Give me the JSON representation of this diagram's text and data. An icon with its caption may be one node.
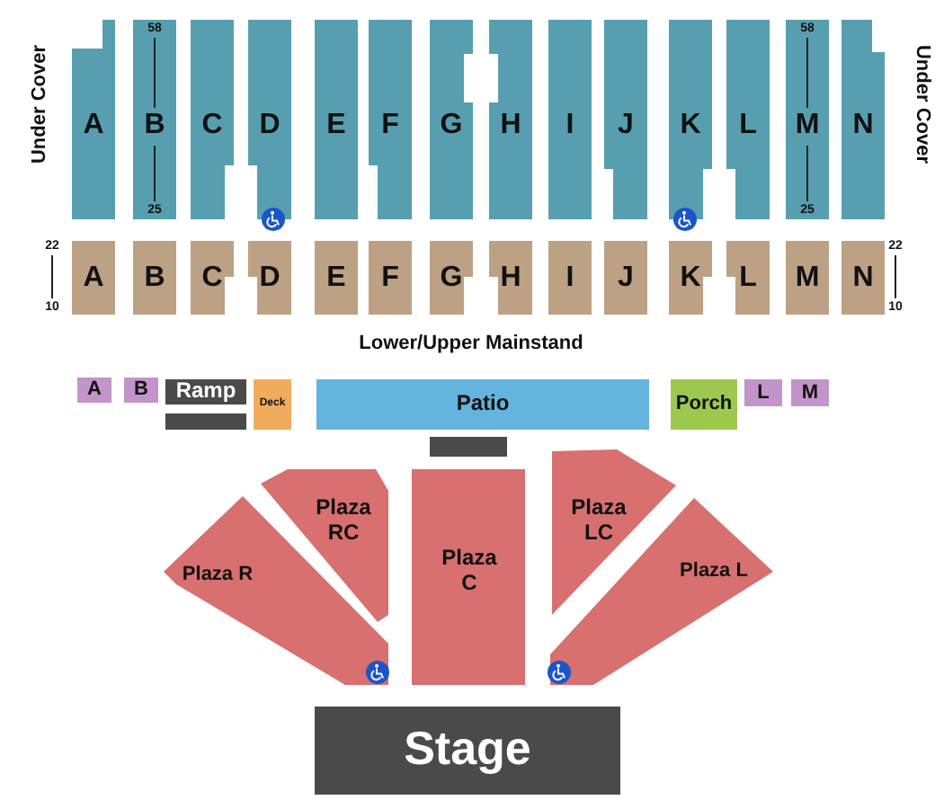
{
  "diagram": {
    "nodes": [
      {
        "text": [
          "A"
        ]
      },
      {
        "text": [
          "B"
        ]
      },
      {
        "text": [
          "C"
        ]
      },
      {
        "text": [
          "D"
        ]
      },
      {
        "text": [
          "E"
        ]
      },
      {
        "text": [
          "F"
        ]
      },
      {
        "text": [
          "G"
        ]
      },
      {
        "text": [
          "H"
        ]
      },
      {
        "text": [
          "I"
        ]
      },
      {
        "text": [
          "J"
        ]
      },
      {
        "text": [
          "K"
        ]
      },
      {
        "text": [
          "L"
        ]
      },
      {
        "text": [
          "M"
        ]
      },
      {
        "text": [
          "N"
        ]
      },
      {
        "text": [
          "A"
        ]
      },
      {
        "text": [
          "B"
        ]
      },
      {
        "text": [
          "C"
        ]
      },
      {
        "text": [
          "D"
        ]
      },
      {
        "text": [
          "E"
        ]
      },
      {
        "text": [
          "F"
        ]
      },
      {
        "text": [
          "G"
        ]
      },
      {
        "text": [
          "H"
        ]
      },
      {
        "text": [
          "I"
        ]
      },
      {
        "text": [
          "J"
        ]
      },
      {
        "text": [
          "K"
        ]
      },
      {
        "text": [
          "L"
        ]
      },
      {
        "text": [
          "M"
        ]
      },
      {
        "text": [
          "N"
        ]
      },
      {
        "text": [
          "A"
        ]
      },
      {
        "text": [
          "B"
        ]
      },
      {
        "text": [
          "Ramp"
        ]
      },
      {
        "text": [
          "Deck"
        ]
      },
      {
        "text": [
          "Patio"
        ]
      },
      {
        "text": [
          "Porch"
        ]
      },
      {
        "text": [
          "L"
        ]
      },
      {
        "text": [
          "M"
        ]
      },
      {
        "text": [
          "Plaza RC"
        ]
      },
      {
        "text": [
          "Plaza R"
        ]
      },
      {
        "text": [
          "Plaza C"
        ]
      },
      {
        "text": [
          "Plaza LC"
        ]
      },
      {
        "text": [
          "Plaza L"
        ]
      },
      {
        "text": [
          "Stage"
        ]
      }
    ],
    "labels": [
      "Under Cover",
      "58",
      "25",
      "58",
      "25",
      "Under Cover",
      "22",
      "10",
      "22",
      "10",
      "Lower/Upper Mainstand"
    ]
  }
}
